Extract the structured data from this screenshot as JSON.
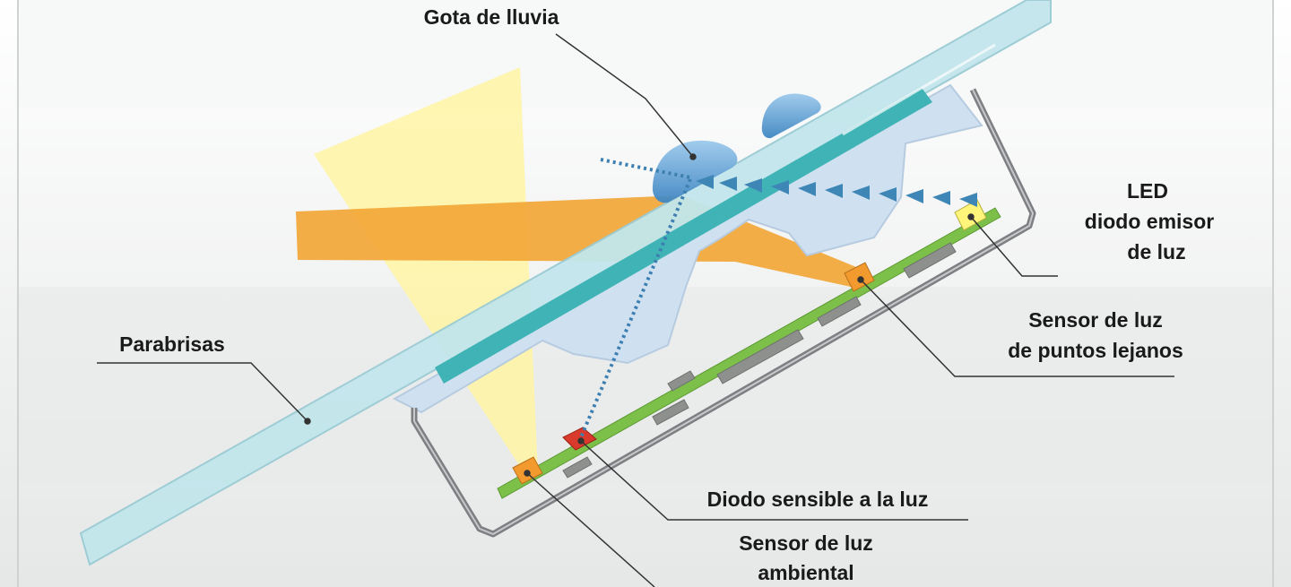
{
  "labels": {
    "gota": "Gota de lluvia",
    "led_line1": "LED",
    "led_line2": "diodo emisor",
    "led_line3": "de luz",
    "sensor_lejanos_line1": "Sensor de luz",
    "sensor_lejanos_line2": "de puntos lejanos",
    "parabrisas": "Parabrisas",
    "diodo": "Diodo sensible a la luz",
    "sensor_ambiental_line1": "Sensor de luz",
    "sensor_ambiental_line2": "ambiental"
  },
  "colors": {
    "background_top": "#f4f5f5",
    "background_band": "#e3e5e5",
    "windshield": "#bfe3ea",
    "windshield_inner": "#3fb3b5",
    "sensor_body": "#cfe0f0",
    "housing": "#7d7f82",
    "circuit_board": "#7cc04a",
    "chips": "#8c8f8c",
    "light_beam": "#f0a12e",
    "ambient_cone": "#fff3a0",
    "raindrop": "#5b9fd4",
    "signal_arrows": "#3d86b5",
    "photodiode": "#d93a2b",
    "led": "#fff57a"
  }
}
